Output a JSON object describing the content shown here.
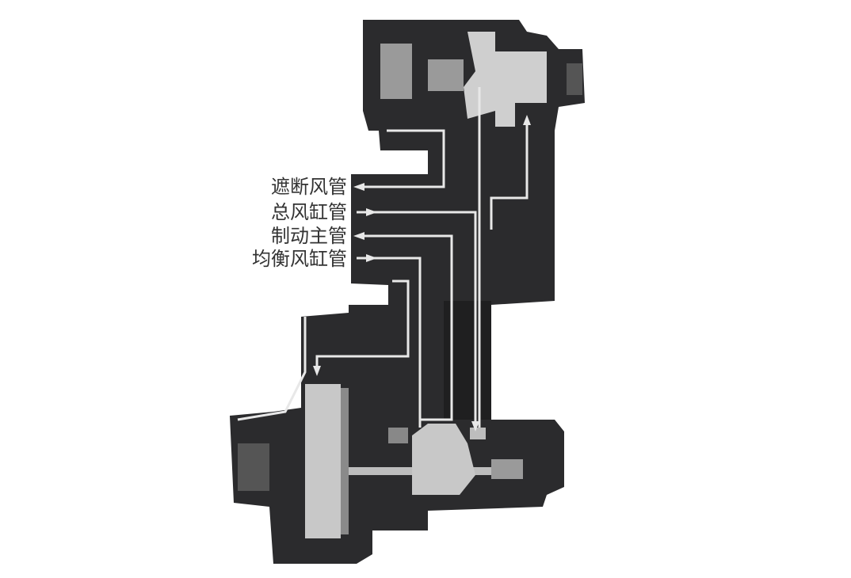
{
  "labels": {
    "cutoff_pipe": "遮断风管",
    "main_reservoir_pipe": "总风缸管",
    "brake_pipe": "制动主管",
    "equalizing_reservoir_pipe": "均衡风缸管"
  },
  "colors": {
    "body": "#2b2b2d",
    "passage": "#e8e8e8",
    "label": "#333333"
  }
}
